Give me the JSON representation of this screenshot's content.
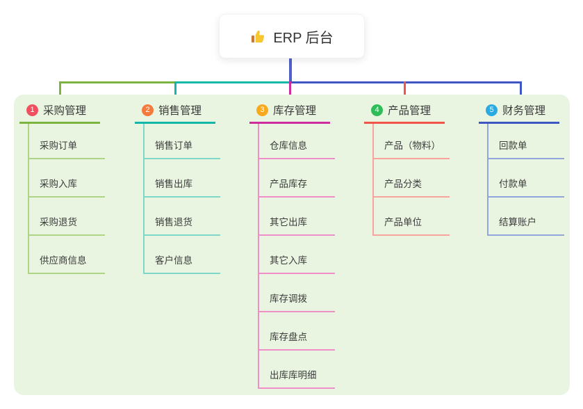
{
  "root": {
    "label": "ERP 后台",
    "icon": "thumbs-up-icon"
  },
  "canvas": {
    "background": "#ffffff",
    "panel_background": "#E9F5E1"
  },
  "connector": {
    "stem_color": "#5060C8",
    "segment_green": "#7CB43F",
    "segment_teal": "#11B7A8",
    "segment_blue": "#3C57C4",
    "drop_magenta": "#CC2C9E",
    "drop_red": "#F2544A"
  },
  "branches": [
    {
      "num": "1",
      "title": "采购管理",
      "colors": {
        "badge": "#F0505F",
        "line": "#7CB43F",
        "light": "#AED586"
      },
      "items": [
        "采购订单",
        "采购入库",
        "采购退货",
        "供应商信息"
      ]
    },
    {
      "num": "2",
      "title": "销售管理",
      "colors": {
        "badge": "#F57B3D",
        "line": "#11B7A8",
        "light": "#7FD7CA"
      },
      "items": [
        "销售订单",
        "销售出库",
        "销售退货",
        "客户信息"
      ]
    },
    {
      "num": "3",
      "title": "库存管理",
      "colors": {
        "badge": "#F9A91E",
        "line": "#CC2C9E",
        "light": "#EF8EC9"
      },
      "items": [
        "仓库信息",
        "产品库存",
        "其它出库",
        "其它入库",
        "库存调拨",
        "库存盘点",
        "出库库明细"
      ]
    },
    {
      "num": "4",
      "title": "产品管理",
      "colors": {
        "badge": "#2EBD59",
        "line": "#F2544A",
        "light": "#F7A49D"
      },
      "items": [
        "产品（物料）",
        "产品分类",
        "产品单位"
      ]
    },
    {
      "num": "5",
      "title": "财务管理",
      "colors": {
        "badge": "#2BAAE2",
        "line": "#3C57C4",
        "light": "#92A5DA"
      },
      "items": [
        "回款单",
        "付款单",
        "结算账户"
      ]
    }
  ]
}
